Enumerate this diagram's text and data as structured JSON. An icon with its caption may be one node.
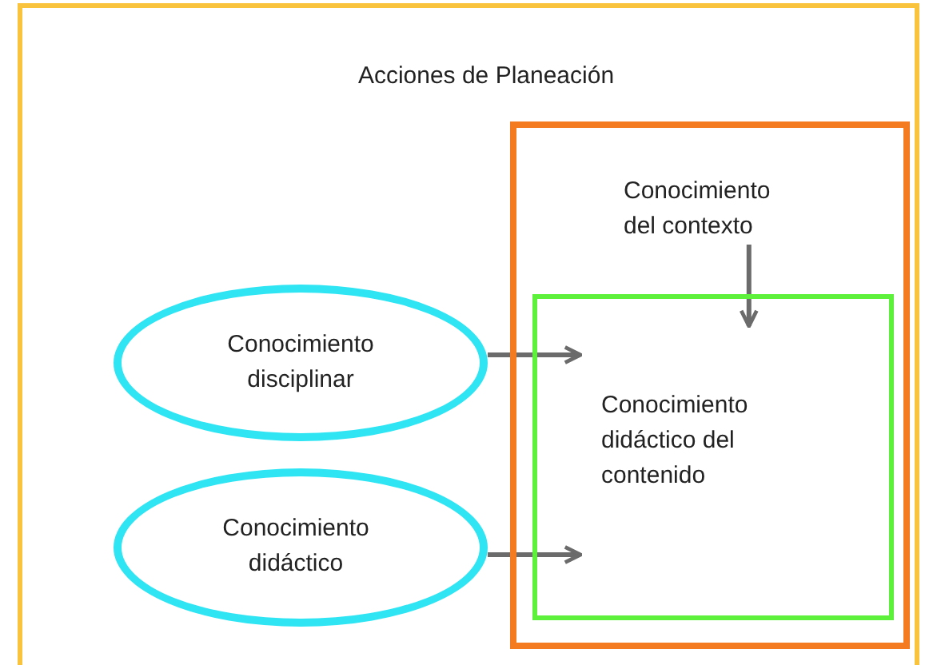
{
  "diagram": {
    "nodes": [
      {
        "text": [
          "Acciones de Planeación"
        ]
      },
      {
        "text": [],
        "shape": "box",
        "in": 0
      },
      {
        "text": [
          "Conocimiento del contexto"
        ],
        "in": 1
      },
      {
        "text": [
          "Conocimiento didáctico del contenido"
        ],
        "in": 1
      },
      {
        "text": [
          "Conocimiento disciplinar"
        ],
        "in": 0
      },
      {
        "text": [
          "Conocimiento didáctico"
        ],
        "in": 0
      }
    ],
    "edges": [
      {
        "from": 2,
        "to": 3,
        "arrow": "to"
      },
      {
        "from": 4,
        "to": 3,
        "arrow": "to"
      },
      {
        "from": 5,
        "to": 3,
        "arrow": "to"
      }
    ]
  }
}
